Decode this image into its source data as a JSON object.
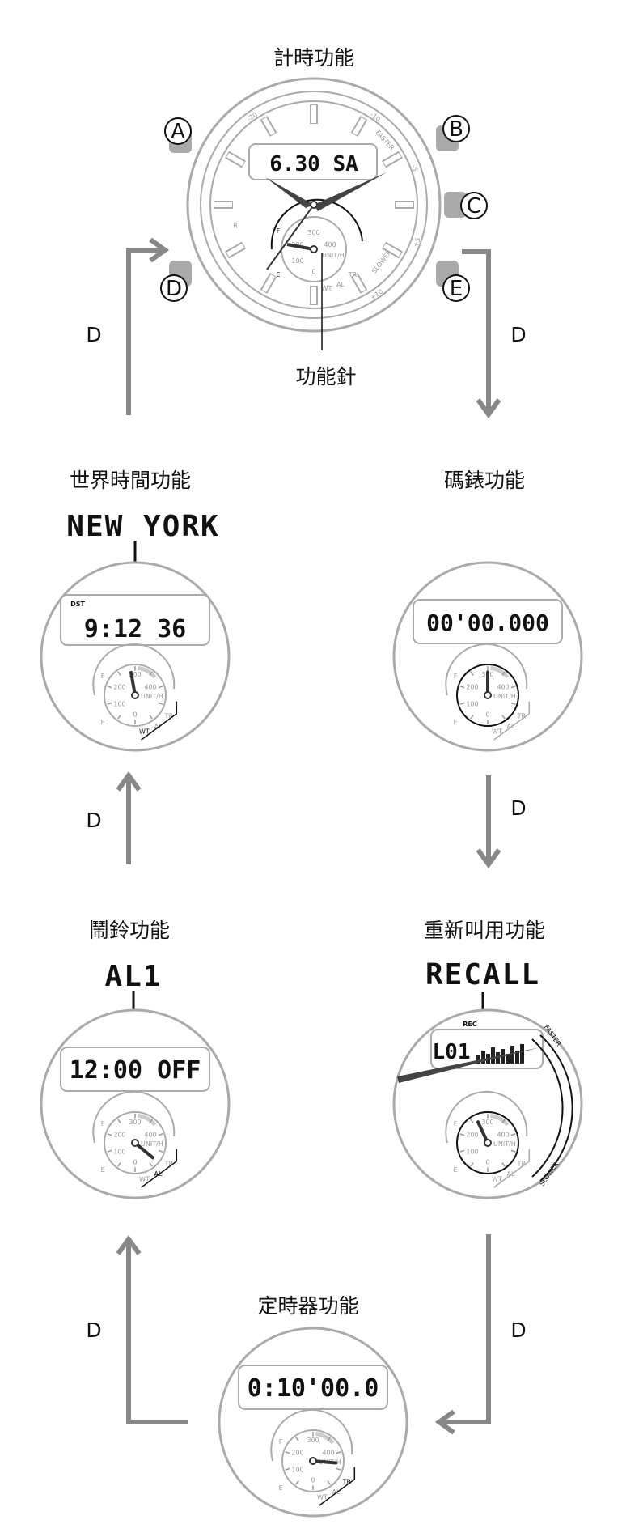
{
  "colors": {
    "outline": "#aaaaaa",
    "ink": "#111111",
    "arrow": "#888888",
    "hand": "#444444",
    "button": "#aaaaaa"
  },
  "main_watch": {
    "title": "計時功能",
    "display": "6.30 SA",
    "pointer_label": "功能針",
    "buttons": [
      "A",
      "B",
      "C",
      "D",
      "E"
    ],
    "bezel_marks": [
      "-20",
      "-10",
      "-5",
      "+5",
      "+10"
    ],
    "dial_labels": {
      "faster": "FASTER",
      "slower": "SLOWER",
      "r": "R",
      "f": "F",
      "e": "E",
      "s300": "300",
      "s400": "400",
      "s200": "200",
      "s100": "100",
      "s0": "0",
      "unit": "UNIT/H",
      "wt": "WT",
      "al": "AL",
      "tr": "TR"
    }
  },
  "modes": {
    "world_time": {
      "title": "世界時間功能",
      "city": "NEW YORK",
      "display": "9:12 36",
      "dst": "DST"
    },
    "stopwatch": {
      "title": "碼錶功能",
      "display": "00'00.000"
    },
    "alarm": {
      "title": "鬧鈴功能",
      "label": "AL1",
      "display": "12:00 OFF"
    },
    "recall": {
      "title": "重新叫用功能",
      "label": "RECALL",
      "display": "L01",
      "rec": "REC",
      "faster": "FASTER",
      "slower": "SLOWER"
    },
    "timer": {
      "title": "定時器功能",
      "display": "0:10'00.0"
    }
  },
  "subdial_labels": {
    "s300": "300",
    "s400": "400",
    "s200": "200",
    "s100": "100",
    "s0": "0",
    "unit": "UNIT/H",
    "wt": "WT",
    "al": "AL",
    "tr": "TR",
    "f": "F",
    "e": "E"
  },
  "transition_button": "D"
}
